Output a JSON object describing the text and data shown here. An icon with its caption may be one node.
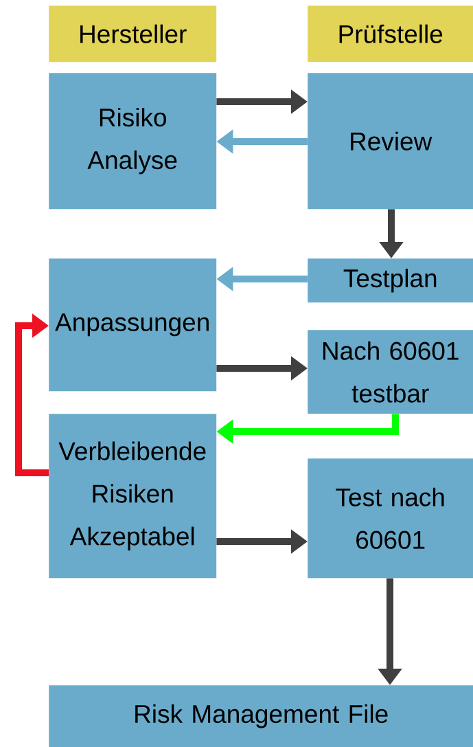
{
  "diagram": {
    "nodes": [
      {
        "text": [
          "Hersteller"
        ]
      },
      {
        "text": [
          "Prüfstelle"
        ]
      },
      {
        "text": [
          "Risiko Analyse"
        ]
      },
      {
        "text": [
          "Review"
        ]
      },
      {
        "text": [
          "Anpassungen"
        ]
      },
      {
        "text": [
          "Testplan"
        ]
      },
      {
        "text": [
          "Nach 60601 testbar"
        ]
      },
      {
        "text": [
          "Verbleibende Risiken Akzeptabel"
        ]
      },
      {
        "text": [
          "Test nach 60601"
        ]
      },
      {
        "text": [
          "Risk Management File"
        ]
      }
    ],
    "edges": [
      {
        "from": 2,
        "to": 3,
        "arrow": "to"
      },
      {
        "from": 3,
        "to": 2,
        "arrow": "to",
        "color": "#6aaccb"
      },
      {
        "from": 3,
        "to": 5,
        "arrow": "to"
      },
      {
        "from": 5,
        "to": 4,
        "arrow": "to",
        "color": "#6aaccb"
      },
      {
        "from": 4,
        "to": 6,
        "arrow": "to"
      },
      {
        "from": 6,
        "to": 7,
        "arrow": "to",
        "color": "#00ff00"
      },
      {
        "from": 7,
        "to": 4,
        "arrow": "to",
        "color": "#ee1122"
      },
      {
        "from": 7,
        "to": 8,
        "arrow": "to"
      },
      {
        "from": 8,
        "to": 9,
        "arrow": "to"
      }
    ]
  }
}
